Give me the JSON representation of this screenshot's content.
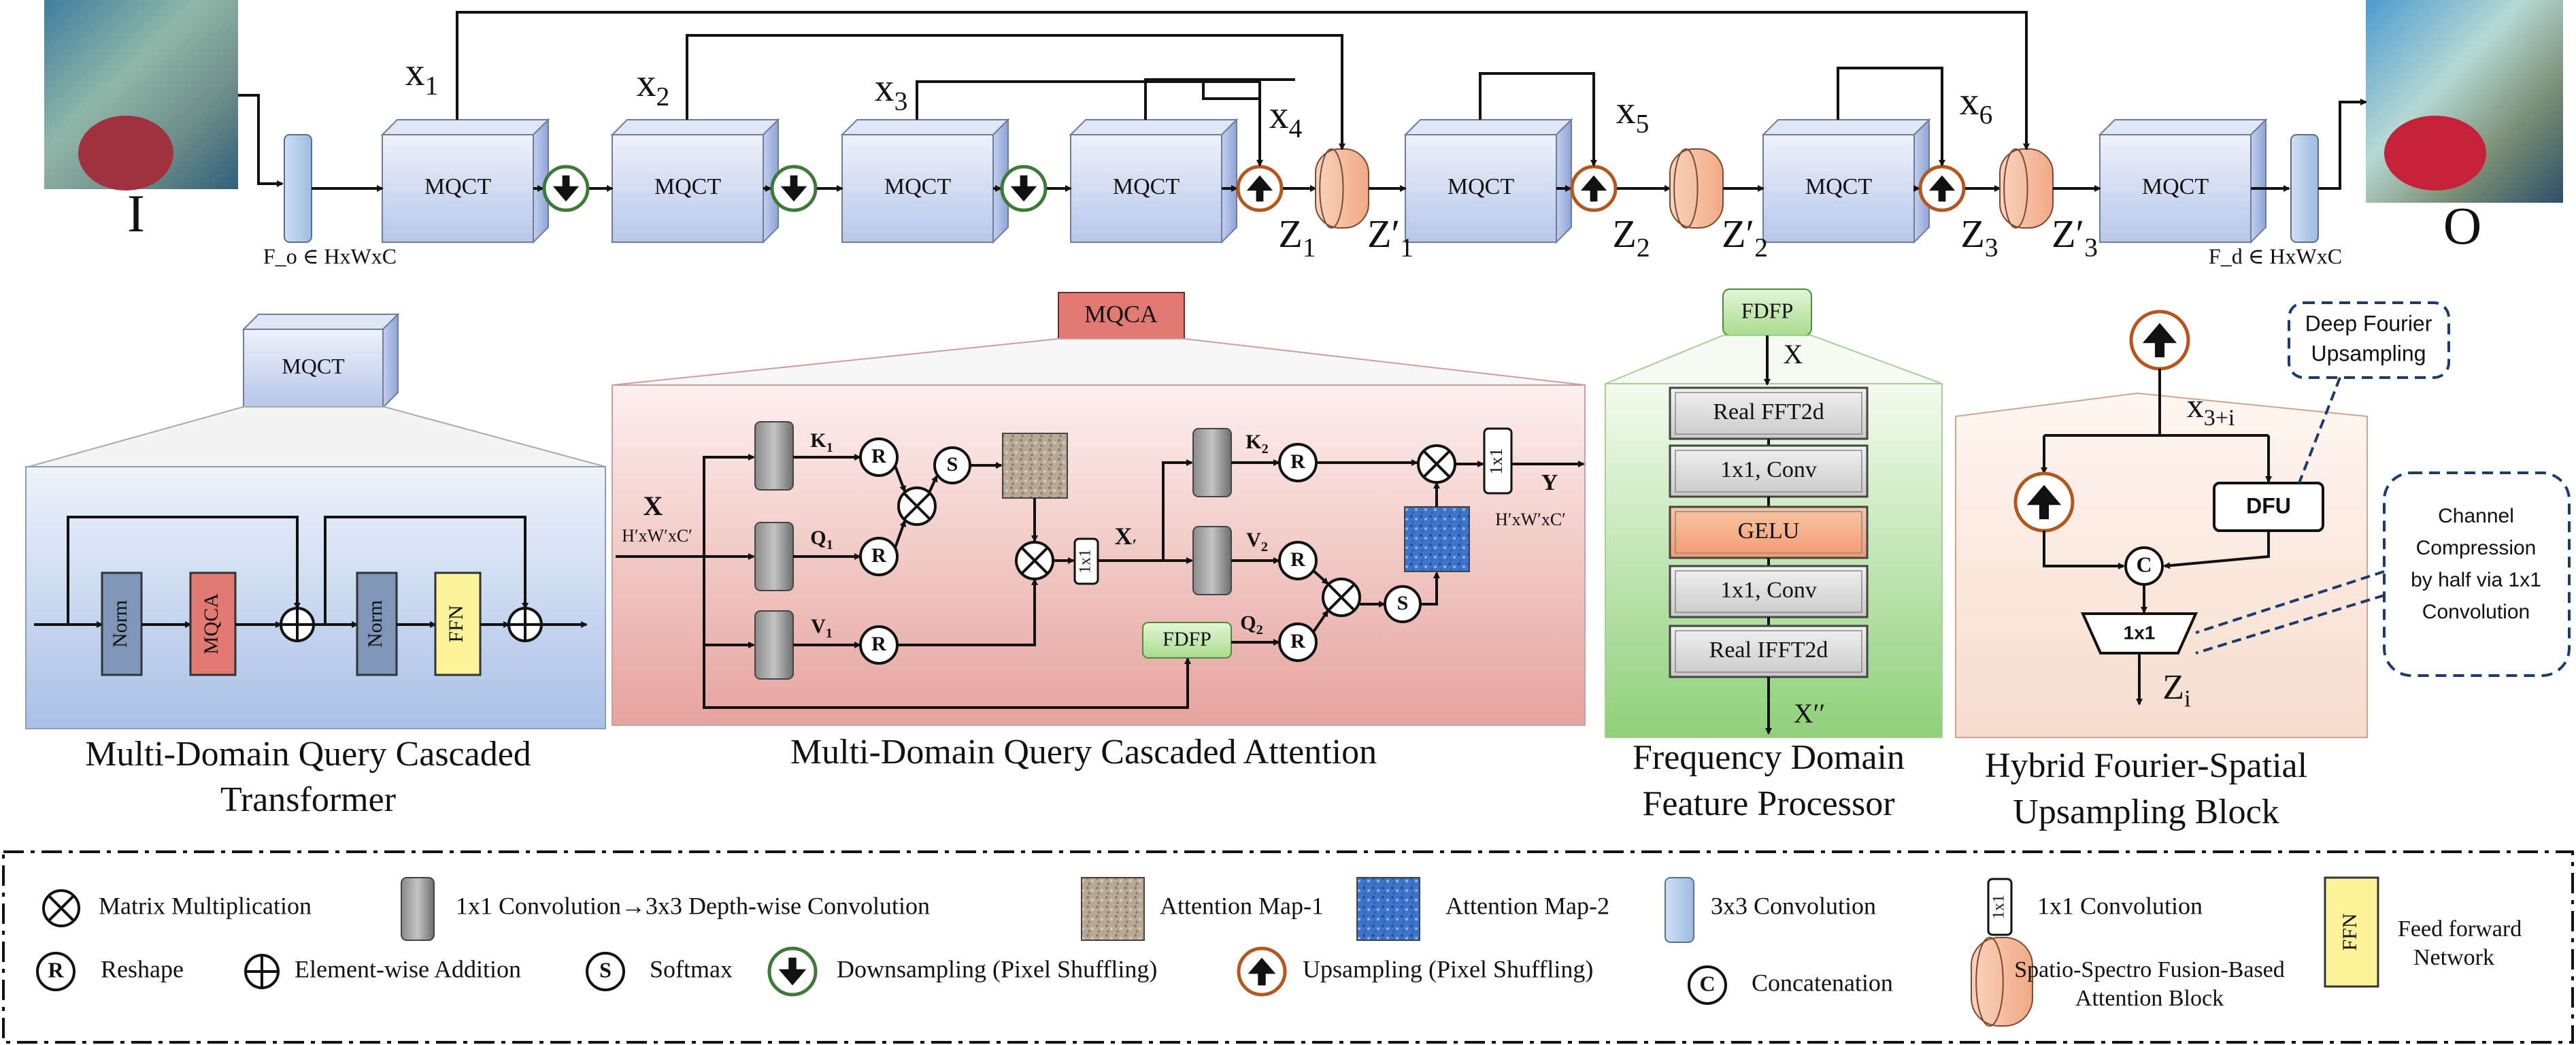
{
  "top": {
    "input_label": "I",
    "output_label": "O",
    "mqct_label": "MQCT",
    "fo_label": "F_o ∈ HxWxC",
    "fd_label": "F_d ∈ HxWxC",
    "x_labels": [
      "x1",
      "x2",
      "x3",
      "x4",
      "x5",
      "x6"
    ],
    "z_labels": [
      "Z1",
      "Z2",
      "Z3"
    ],
    "zp_labels": [
      "Z′1",
      "Z′2",
      "Z′3"
    ]
  },
  "mqct_panel": {
    "header": "MQCT",
    "norm1": "Norm",
    "mqca": "MQCA",
    "norm2": "Norm",
    "ffn": "FFN",
    "caption_line1": "Multi-Domain Query Cascaded",
    "caption_line2": "Transformer"
  },
  "mqca_panel": {
    "header": "MQCA",
    "x_in": "X",
    "x_in_dim": "H′xW′xC′",
    "k1": "K1",
    "q1": "Q1",
    "v1": "V1",
    "k2": "K2",
    "v2": "V2",
    "q2": "Q2",
    "x_prime": "X′",
    "y_out": "Y",
    "y_dim": "H′xW′xC′",
    "fdfp": "FDFP",
    "conv1x1": "1x1",
    "caption": "Multi-Domain Query Cascaded Attention"
  },
  "fdfp_panel": {
    "header": "FDFP",
    "x_in": "X",
    "blocks": [
      "Real FFT2d",
      "1x1, Conv",
      "GELU",
      "1x1, Conv",
      "Real IFFT2d"
    ],
    "x_out": "X′′",
    "caption_line1": "Frequency Domain",
    "caption_line2": "Feature Processor"
  },
  "upsample_panel": {
    "x_in": "x3+i",
    "dfu": "DFU",
    "concat": "C",
    "conv": "1x1",
    "z_out": "Zi",
    "callout1_line1": "Deep Fourier",
    "callout1_line2": "Upsampling",
    "callout2_lines": [
      "Channel",
      "Compression",
      "by half via 1x1",
      "Convolution"
    ],
    "caption_line1": "Hybrid Fourier-Spatial",
    "caption_line2": "Upsampling Block"
  },
  "legend": {
    "matmul": "Matrix Multiplication",
    "conv_dw": "1x1 Convolution→3x3 Depth-wise Convolution",
    "attn1": "Attention Map-1",
    "attn2": "Attention Map-2",
    "conv3": "3x3 Convolution",
    "conv1": "1x1 Convolution",
    "ffn_line1": "Feed forward",
    "ffn_line2": "Network",
    "ffn_box": "FFN",
    "reshape": "Reshape",
    "add": "Element-wise Addition",
    "softmax": "Softmax",
    "down": "Downsampling (Pixel Shuffling)",
    "up": "Upsampling (Pixel Shuffling)",
    "concat": "Concatenation",
    "fusion_line1": "Spatio-Spectro Fusion-Based",
    "fusion_line2": "Attention Block",
    "r": "R",
    "s": "S",
    "c": "C",
    "box1x1": "1x1"
  },
  "colors": {
    "mqct_top": "#dde6f7",
    "mqct_bot": "#aabde8",
    "mqca_red": "#e07a72",
    "norm_blue": "#7f96b8",
    "ffn_yellow": "#fff39a",
    "fdfp_green": "#c7e8b0",
    "fusion_peach": "#f7c1a1",
    "down_green": "#3d7a36",
    "up_brown": "#b5561d"
  }
}
